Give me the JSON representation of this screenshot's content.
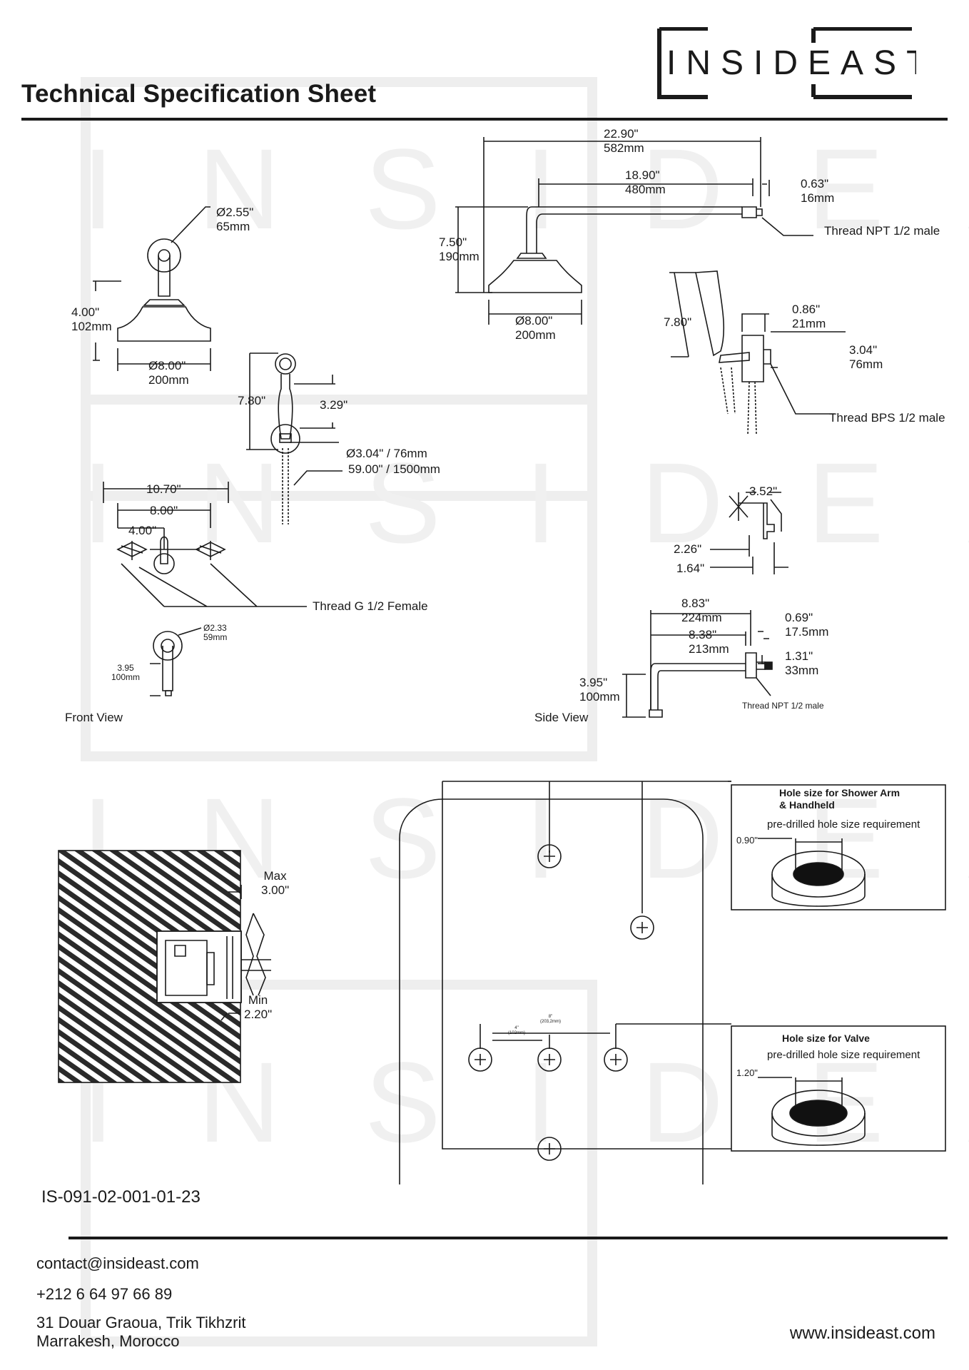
{
  "header": {
    "title": "Technical Specification Sheet",
    "logo_text": "INSIDEAST"
  },
  "watermark": {
    "text": "INSIDEAST"
  },
  "shower_head_front": {
    "flange_dim": "Ø2.55\"",
    "flange_dim_mm": "65mm",
    "height_dim": "4.00\"",
    "height_dim_mm": "102mm",
    "head_dim": "Ø8.00\"",
    "head_dim_mm": "200mm"
  },
  "shower_arm_side": {
    "total_length": "22.90\"",
    "total_length_mm": "582mm",
    "arm_length": "18.90\"",
    "arm_length_mm": "480mm",
    "flange_depth": "0.63\"",
    "flange_depth_mm": "16mm",
    "thread": "Thread NPT 1/2 male",
    "drop": "7.50\"",
    "drop_mm": "190mm",
    "head_dim": "Ø8.00\"",
    "head_dim_mm": "200mm"
  },
  "handheld_front": {
    "length": "7.80\"",
    "holder_offset": "3.29\"",
    "holder_dim": "Ø3.04\" / 76mm",
    "hose_length": "59.00\" / 1500mm"
  },
  "handheld_side": {
    "length": "7.80\"",
    "depth": "0.86\"",
    "depth_mm": "21mm",
    "holder_dim": "3.04\"",
    "holder_dim_mm": "76mm",
    "thread": "Thread BPS 1/2 male"
  },
  "valve_front": {
    "overall": "10.70\"",
    "center_spread": "8.00\"",
    "half_spread": "4.00\"",
    "thread": "Thread G 1/2 Female"
  },
  "valve_side": {
    "handle_depth": "3.52\"",
    "dim_a": "2.26\"",
    "dim_b": "1.64\""
  },
  "spout_front": {
    "flange_dim": "Ø2.33",
    "flange_dim_mm": "59mm",
    "height": "3.95",
    "height_mm": "100mm",
    "label": "Front View"
  },
  "spout_side": {
    "total": "8.83\"",
    "total_mm": "224mm",
    "reach": "8.38\"",
    "reach_mm": "213mm",
    "flange": "0.69\"",
    "flange_mm": "17.5mm",
    "thread_len": "1.31\"",
    "thread_len_mm": "33mm",
    "drop": "3.95\"",
    "drop_mm": "100mm",
    "thread": "Thread NPT 1/2 male",
    "label": "Side View"
  },
  "installation": {
    "max_label": "Max",
    "max_value": "3.00\"",
    "min_label": "Min",
    "min_value": "2.20\""
  },
  "hole_box_arm": {
    "title_line1": "Hole size for Shower Arm",
    "title_line2": "& Handheld",
    "subtitle": "pre-drilled hole size requirement",
    "size": "0.90\""
  },
  "hole_box_valve": {
    "title": "Hole size for Valve",
    "subtitle": "pre-drilled hole size requirement",
    "size": "1.20\""
  },
  "wall_layout": {
    "spread_8": "8\"",
    "spread_8_mm": "(203,2mm)",
    "spread_4": "4\"",
    "spread_4_mm": "(102mm)"
  },
  "document_code": "IS-091-02-001-01-23",
  "footer": {
    "email": "contact@insideast.com",
    "phone": "+212 6 64 97 66 89",
    "address_line1": "31 Douar Graoua, Trik Tikhzrit",
    "address_line2": "Marrakesh, Morocco",
    "website": "www.insideast.com"
  }
}
